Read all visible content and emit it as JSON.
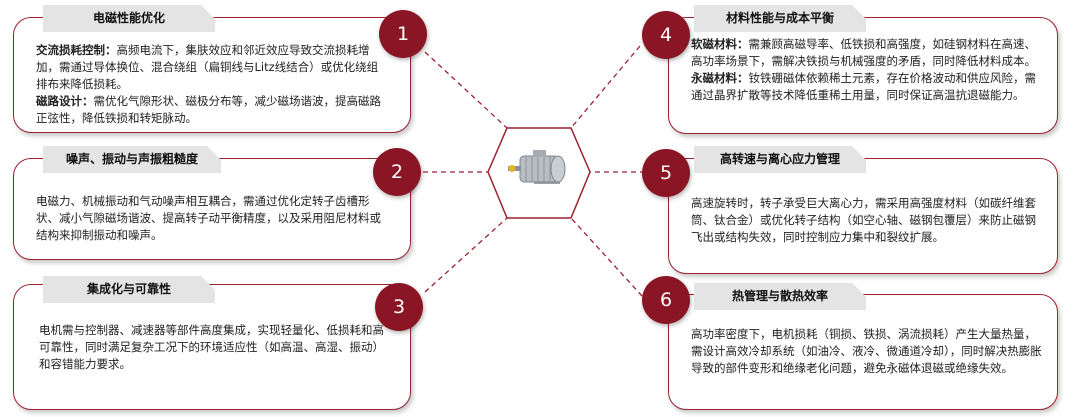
{
  "center": {
    "icon": "electric-motor-icon"
  },
  "colors": {
    "accent": "#8a1524",
    "border": "#9b2231",
    "title_bg": "#e4e4e4"
  },
  "cards": [
    {
      "number": "1",
      "title": "电磁性能优化",
      "paragraphs": [
        {
          "label": "交流损耗控制：",
          "text": "高频电流下，集肤效应和邻近效应导致交流损耗增加，需通过导体换位、混合绕组（扁铜线与Litz线结合）或优化绕组排布来降低损耗。"
        },
        {
          "label": "磁路设计：",
          "text": "需优化气隙形状、磁极分布等，减少磁场谐波，提高磁路正弦性，降低铁损和转矩脉动。"
        }
      ]
    },
    {
      "number": "2",
      "title": "噪声、振动与声振粗糙度",
      "paragraphs": [
        {
          "label": "",
          "text": "电磁力、机械振动和气动噪声相互耦合，需通过优化定转子齿槽形状、减小气隙磁场谐波、提高转子动平衡精度，以及采用阻尼材料或结构来抑制振动和噪声。"
        }
      ]
    },
    {
      "number": "3",
      "title": "集成化与可靠性",
      "paragraphs": [
        {
          "label": "",
          "text": "电机需与控制器、减速器等部件高度集成，实现轻量化、低损耗和高可靠性，同时满足复杂工况下的环境适应性（如高温、高湿、振动）和容错能力要求。"
        }
      ]
    },
    {
      "number": "4",
      "title": "材料性能与成本平衡",
      "paragraphs": [
        {
          "label": "软磁材料：",
          "text": "需兼顾高磁导率、低铁损和高强度，如硅钢材料在高速、高功率场景下，需解决铁损与机械强度的矛盾，同时降低材料成本。"
        },
        {
          "label": "永磁材料：",
          "text": "钕铁硼磁体依赖稀土元素，存在价格波动和供应风险，需通过晶界扩散等技术降低重稀土用量，同时保证高温抗退磁能力。"
        }
      ]
    },
    {
      "number": "5",
      "title": "高转速与离心应力管理",
      "paragraphs": [
        {
          "label": "",
          "text": "高速旋转时，转子承受巨大离心力，需采用高强度材料（如碳纤维套筒、钛合金）或优化转子结构（如空心轴、磁钢包覆层）来防止磁钢飞出或结构失效，同时控制应力集中和裂纹扩展。"
        }
      ]
    },
    {
      "number": "6",
      "title": "热管理与散热效率",
      "paragraphs": [
        {
          "label": "",
          "text": "高功率密度下，电机损耗（铜损、铁损、涡流损耗）产生大量热量，需设计高效冷却系统（如油冷、液冷、微通道冷却），同时解决热膨胀导致的部件变形和绝缘老化问题，避免永磁体退磁或绝缘失效。"
        }
      ]
    }
  ]
}
